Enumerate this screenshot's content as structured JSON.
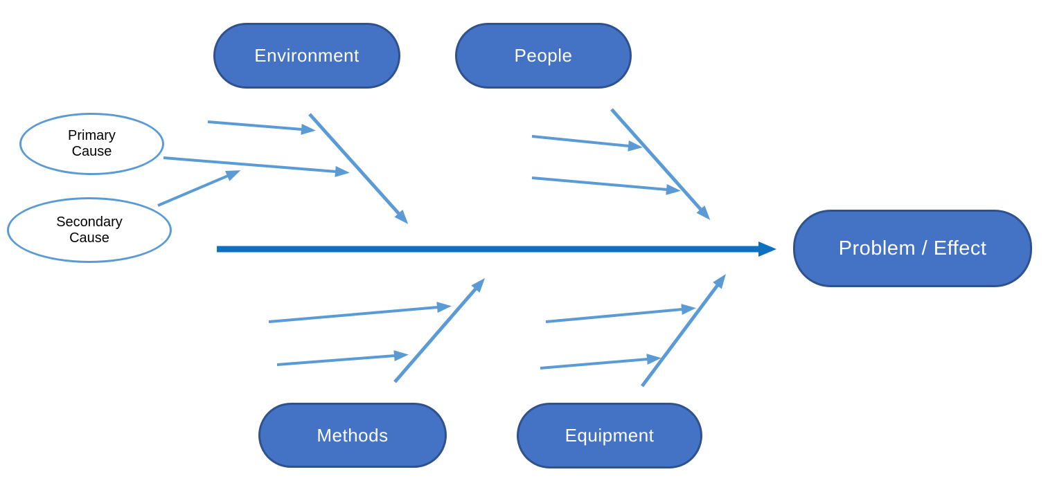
{
  "diagram": {
    "type": "fishbone-ishikawa",
    "nodes": {
      "environment": {
        "label": "Environment"
      },
      "people": {
        "label": "People"
      },
      "methods": {
        "label": "Methods"
      },
      "equipment": {
        "label": "Equipment"
      },
      "effect": {
        "label": "Problem / Effect"
      },
      "primary_cause": {
        "label": "Primary\nCause"
      },
      "secondary_cause": {
        "label": "Secondary\nCause"
      }
    },
    "colors": {
      "node_fill": "#4472C4",
      "node_border": "#2F528F",
      "node_text": "#FFFFFF",
      "ellipse_fill": "#FFFFFF",
      "ellipse_border": "#5B9BD5",
      "ellipse_text": "#000000",
      "bone": "#5B9BD5",
      "spine": "#0E70C0",
      "background": "#FFFFFF"
    }
  }
}
